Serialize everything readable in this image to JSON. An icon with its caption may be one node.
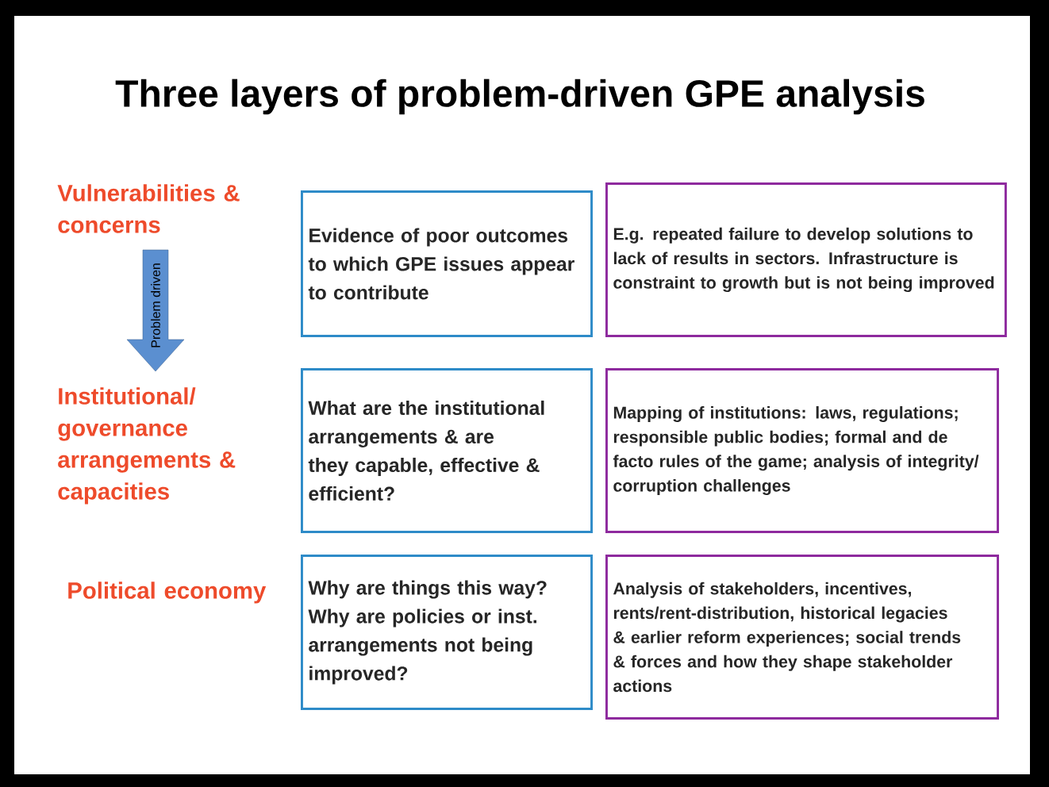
{
  "diagram": {
    "title": "Three layers of problem-driven GPE analysis",
    "nodes": [
      {
        "text": [
          "Evidence of poor outcomes to which GPE issues appear to contribute"
        ]
      },
      {
        "text": [
          "E.g. repeated failure to develop solutions to lack of results in sectors. Infrastructure is constraint to growth but is not being improved"
        ]
      },
      {
        "text": [
          "What are the institutional arrangements & are they capable, effective & efficient?"
        ]
      },
      {
        "text": [
          "Mapping of institutions: laws, regulations; responsible public bodies; formal and de facto rules of the game; analysis of integrity/ corruption challenges"
        ]
      },
      {
        "text": [
          "Why are things this way? Why are policies or inst. arrangements not being improved?"
        ]
      },
      {
        "text": [
          "Analysis of stakeholders, incentives, rents/rent-distribution, historical legacies & earlier reform experiences; social trends & forces and how they shape stakeholder actions"
        ]
      }
    ],
    "labels": [
      "Vulnerabilities & concerns",
      "Institutional/ governance arrangements & capacities",
      "Political economy",
      "Problem driven"
    ]
  }
}
